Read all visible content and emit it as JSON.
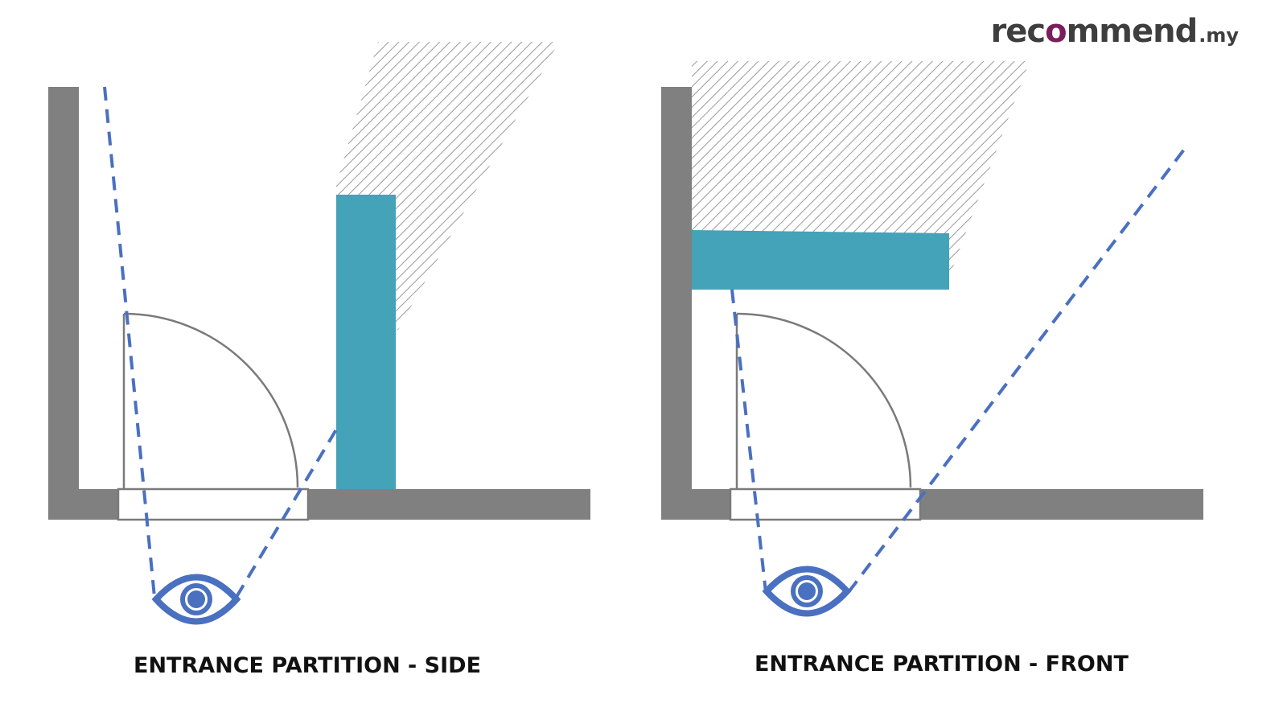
{
  "logo": {
    "brand_start": "rec",
    "brand_mark": "o",
    "brand_end": "mmend",
    "brand_tld": ".my"
  },
  "captions": {
    "left": "ENTRANCE PARTITION - SIDE",
    "right": "ENTRANCE PARTITION - FRONT"
  },
  "colors": {
    "wall": "#808080",
    "partition": "#44a2b9",
    "sightline": "#4a70c0",
    "eye": "#4a70c0",
    "hatch": "#9a9a9a",
    "door": "#7a7a7a"
  },
  "icons": {
    "viewer": "eye-icon",
    "door": "door-swing-icon"
  }
}
